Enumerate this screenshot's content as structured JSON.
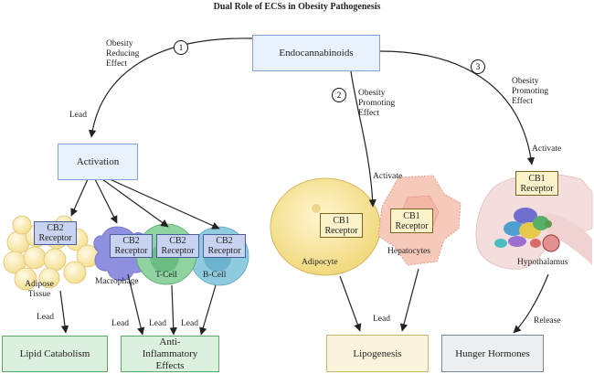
{
  "title": "Dual Role of ECSs in Obesity Pathogenesis",
  "nodes": {
    "endocannabinoids": "Endocannabinoids",
    "activation": "Activation",
    "lipid_catabolism": "Lipid Catabolism",
    "anti_inflammatory": "Anti-Inflammatory Effects",
    "lipogenesis": "Lipogenesis",
    "hunger_hormones": "Hunger Hormones"
  },
  "receptors": {
    "cb2": "CB2 Receptor",
    "cb1": "CB1 Receptor"
  },
  "paths": {
    "p1": {
      "number": "1",
      "effect": "Obesity Reducing Effect"
    },
    "p2": {
      "number": "2",
      "effect": "Obesity Promoting Effect"
    },
    "p3": {
      "number": "3",
      "effect": "Obesity Promoting Effect"
    }
  },
  "edge_labels": {
    "lead": "Lead",
    "activate": "Activate",
    "release": "Release"
  },
  "cell_labels": {
    "adipose_tissue": "Adipose Tissue",
    "macrophage": "Macrophage",
    "t_cell": "T-Cell",
    "b_cell": "B-Cell",
    "adipocyte": "Adipocyte",
    "hepatocytes": "Hepatocytes",
    "hypothalamus": "Hypothalamus"
  },
  "colors": {
    "blue_box": "#e8f1fc",
    "green_box": "#dbf0dd",
    "yellow_box": "#fbf4dc",
    "gray_box": "#eceef0",
    "cb2_fill": "#c7d3f0",
    "cb1_fill": "#fbf2c9"
  }
}
